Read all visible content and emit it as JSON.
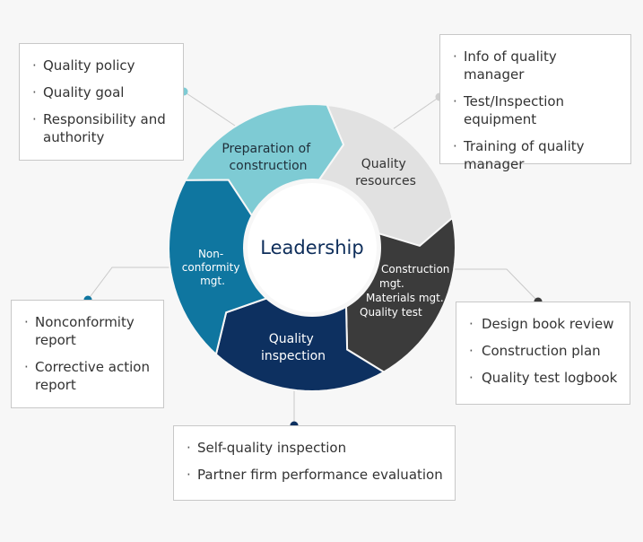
{
  "center": {
    "label": "Leadership"
  },
  "segments": [
    {
      "id": "preparation",
      "lines": [
        "Preparation of",
        "construction"
      ],
      "color": "#7ecbd4",
      "text_color": "#1f2f3a"
    },
    {
      "id": "resources",
      "lines": [
        "Quality",
        "resources"
      ],
      "color": "#e1e1e1",
      "text_color": "#333333"
    },
    {
      "id": "construction",
      "lines": [
        "Construction",
        "mgt.",
        "Materials mgt.",
        "Quality test"
      ],
      "color": "#3b3b3b",
      "text_color": "#ffffff"
    },
    {
      "id": "inspection",
      "lines": [
        "Quality",
        "inspection"
      ],
      "color": "#0d3060",
      "text_color": "#ffffff"
    },
    {
      "id": "nonconformity",
      "lines": [
        "Non-",
        "conformity",
        "mgt."
      ],
      "color": "#0f76a0",
      "text_color": "#ffffff"
    }
  ],
  "boxes": {
    "preparation": [
      "Quality policy",
      "Quality goal",
      "Responsibility and authority"
    ],
    "resources": [
      "Info of quality manager",
      "Test/Inspection equipment",
      "Training of quality manager"
    ],
    "nonconformity": [
      "Nonconformity report",
      "Corrective action report"
    ],
    "construction": [
      "Design book review",
      "Construction plan",
      "Quality test logbook"
    ],
    "inspection": [
      "Self-quality inspection",
      "Partner firm performance evaluation"
    ]
  },
  "colors": {
    "center_text": "#0d2d5a",
    "dot_preparation": "#7ecbd4",
    "dot_resources": "#cfcfcf",
    "dot_nonconformity": "#0f76a0",
    "dot_construction": "#3b3b3b",
    "dot_inspection": "#0d3060"
  }
}
